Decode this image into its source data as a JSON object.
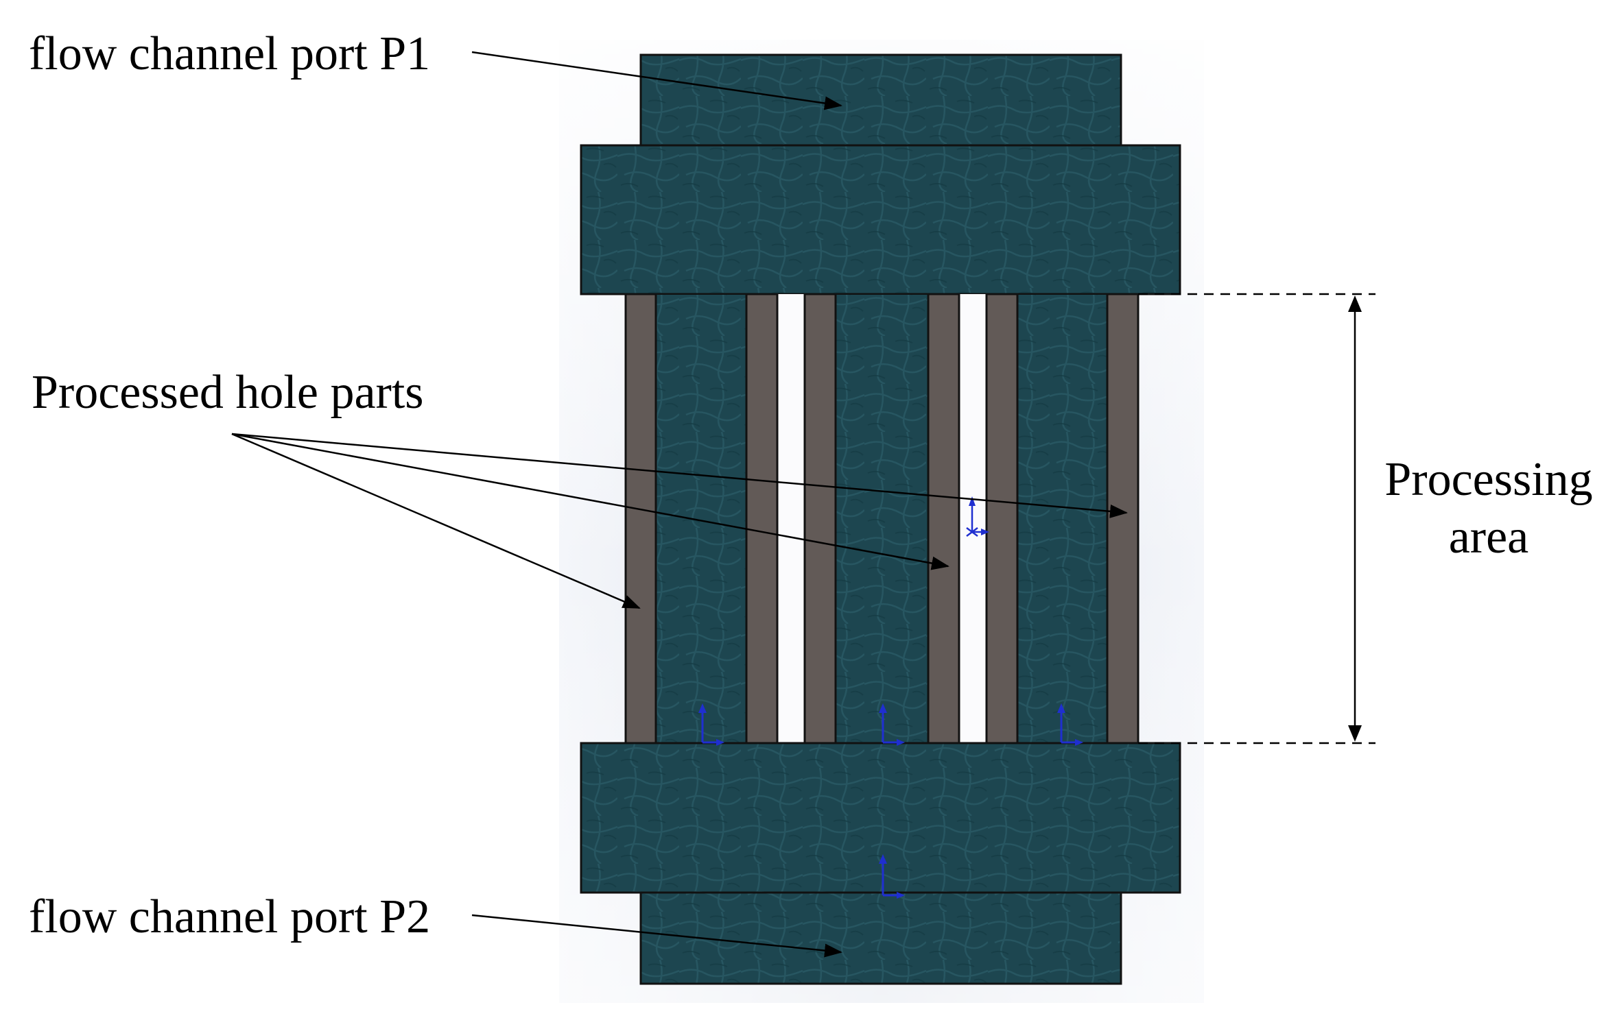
{
  "labels": {
    "port_p1": "flow channel port P1",
    "hole_parts": "Processed hole parts",
    "processing_area_line1": "Processing",
    "processing_area_line2": "area",
    "port_p2": "flow channel port P2"
  },
  "colors": {
    "background": "#ffffff",
    "viewport_shade": "#e3e7ef",
    "body_fill": "#1d4650",
    "body_texture": "#2a5a66",
    "hole_fill": "#625a57",
    "gap_fill": "#fbfbfd",
    "outline": "#111111",
    "axis_glyph": "#1f2fd0"
  },
  "icons": {
    "axis_triad": "coordinate-axis-icon"
  }
}
